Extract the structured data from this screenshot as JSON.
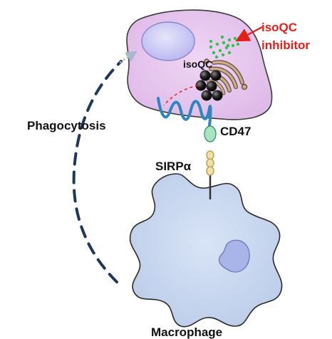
{
  "labels": {
    "isoqc_inhibitor_line1": "isoQC",
    "isoqc_inhibitor_line2": "inhibitor",
    "isoqc": "isoQC",
    "phagocytosis": "Phagocytosis",
    "cd47": "CD47",
    "sirpa": "SIRPα",
    "macrophage": "Macrophage"
  },
  "colors": {
    "tumor_cell_fill": "#e6c5ee",
    "tumor_nucleus": "#c4c2f2",
    "macrophage_fill": "#c6d6ee",
    "macrophage_nucleus": "#a9b4e8",
    "cd47_protein": "#2f86be",
    "inhibitor_dots": "#33c24d",
    "inhibitor_label": "#e0201b",
    "phagocytosis_arrow": "#1f3858",
    "sirpa_beads": "#efe0a8"
  }
}
